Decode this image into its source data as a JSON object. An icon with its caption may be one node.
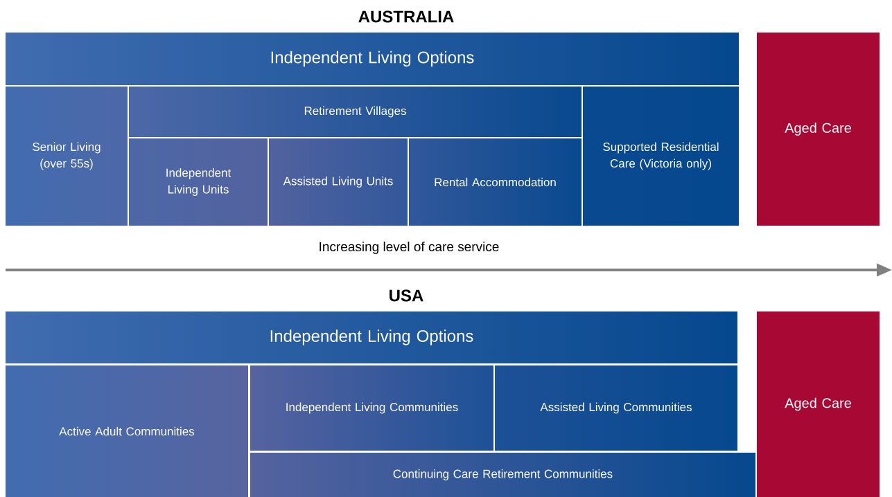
{
  "diagram": {
    "nodes": [
      {
        "text": [
          "Independent Living Options"
        ]
      },
      {
        "text": [
          "Senior Living (over 55s)"
        ]
      },
      {
        "text": [
          "Retirement Villages"
        ]
      },
      {
        "text": [
          "Independent Living Units"
        ]
      },
      {
        "text": [
          "Assisted Living Units"
        ]
      },
      {
        "text": [
          "Rental Accommodation"
        ]
      },
      {
        "text": [
          "Supported Residential Care (Victoria only)"
        ]
      },
      {
        "text": [
          "Aged Care"
        ]
      },
      {
        "text": [
          "Independent Living Options"
        ]
      },
      {
        "text": [
          "Active Adult Communities"
        ]
      },
      {
        "text": [
          "Independent Living Communities"
        ]
      },
      {
        "text": [
          "Assisted Living Communities"
        ]
      },
      {
        "text": [
          "Continuing Care Retirement Communities"
        ]
      },
      {
        "text": [
          "Aged Care"
        ]
      }
    ],
    "labels": [
      "AUSTRALIA",
      "Increasing level of care service",
      "USA"
    ]
  }
}
